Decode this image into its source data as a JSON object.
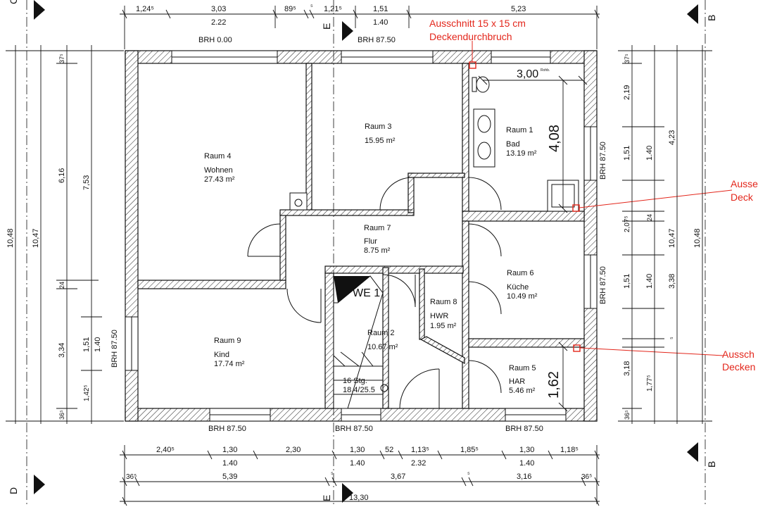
{
  "colors": {
    "line": "#111111",
    "annotation": "#e3261b",
    "hatch": "#222222"
  },
  "rooms": [
    {
      "id": "raum4",
      "name": "Raum 4",
      "type": "Wohnen",
      "area": "27.43 m²"
    },
    {
      "id": "raum3",
      "name": "Raum 3",
      "type": "",
      "area": "15.95 m²"
    },
    {
      "id": "raum1",
      "name": "Raum 1",
      "type": "Bad",
      "area": "13.19 m²"
    },
    {
      "id": "raum7",
      "name": "Raum 7",
      "type": "Flur",
      "area": "8.75 m²"
    },
    {
      "id": "raum6",
      "name": "Raum 6",
      "type": "Küche",
      "area": "10.49 m²"
    },
    {
      "id": "raum8",
      "name": "Raum 8",
      "type": "HWR",
      "area": "1.95 m²"
    },
    {
      "id": "raum2",
      "name": "Raum 2",
      "type": "",
      "area": "10.67 m²"
    },
    {
      "id": "raum9",
      "name": "Raum 9",
      "type": "Kind",
      "area": "17.74 m²"
    },
    {
      "id": "raum5",
      "name": "Raum 5",
      "type": "HAR",
      "area": "5.46 m²"
    }
  ],
  "stairs": {
    "count": "16 Stg.",
    "ratio": "18.4/25.5",
    "unit": "WE 1"
  },
  "annotations": {
    "top_line1": "Ausschnitt 15 x 15 cm",
    "top_line2": "Deckendurchbruch",
    "right1_line1": "Ausse",
    "right1_line2": "Deck",
    "right2_line1": "Aussch",
    "right2_line2": "Decken"
  },
  "brh": {
    "top_left": "BRH 0.00",
    "top_right": "BRH 87.50",
    "right_upper": "BRH 87.50",
    "right_lower": "BRH 87.50",
    "left": "BRH 87.50",
    "bottom_left": "BRH 87.50",
    "bottom_center": "BRH 87.50",
    "bottom_right": "BRH 87.50"
  },
  "big_dims": {
    "bad_width": "3,00",
    "bad_small": "Rohb.",
    "bad_height": "4,08",
    "har_height": "1,62"
  },
  "section_marks": {
    "c": "C",
    "b": "B",
    "d": "D",
    "e": "E"
  },
  "dims_top_row1": [
    "1,24⁵",
    "3,03",
    "89⁵",
    "⁵",
    "1,21⁵",
    "1,51",
    "5,23"
  ],
  "dims_top_row2": [
    "2.22",
    "1.40"
  ],
  "dims_bottom_row1": [
    "2,40⁵",
    "1,30",
    "2,30",
    "1,30",
    "52",
    "1,13⁵",
    "1,85⁵",
    "1,30",
    "1,18⁵"
  ],
  "dims_bottom_row2": [
    "1.40",
    "1.40",
    "2.32",
    "1.40"
  ],
  "dims_bottom_row3": [
    "36⁵",
    "5,39",
    "⁵",
    "3,67",
    "⁵",
    "3,16",
    "36⁵"
  ],
  "dims_bottom_total": "13,30",
  "dims_left_outer": "10,48",
  "dims_left_mid": "10,47",
  "dims_left_a": [
    "37⁵",
    "6,16",
    "24",
    "3,34",
    "36⁵"
  ],
  "dims_left_b": [
    "7,53",
    "1,51",
    "1,42⁵"
  ],
  "dims_left_c": [
    "1.40"
  ],
  "dims_right_a": [
    "37⁵",
    "2,19",
    "1,51",
    "2,07⁵",
    "1,51",
    "3,18",
    "36⁵"
  ],
  "dims_right_b": [
    "1.40",
    "24",
    "1.40",
    "1,77⁵"
  ],
  "dims_right_c": [
    "4,23",
    "3,38",
    "⁵"
  ],
  "dims_right_mid": "10,47",
  "dims_right_outer": "10,48"
}
